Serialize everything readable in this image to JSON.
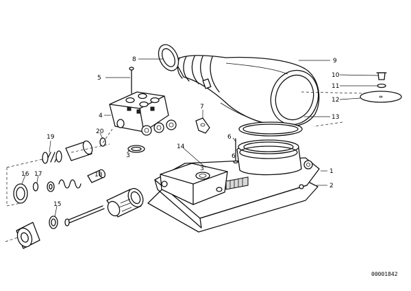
{
  "callouts": [
    {
      "id": "c1",
      "text": "1"
    },
    {
      "id": "c2",
      "text": "2"
    },
    {
      "id": "c3",
      "text": "3"
    },
    {
      "id": "c4",
      "text": "4"
    },
    {
      "id": "c5",
      "text": "5"
    },
    {
      "id": "c6",
      "text": "6"
    },
    {
      "id": "c7",
      "text": "7"
    },
    {
      "id": "c8",
      "text": "8"
    },
    {
      "id": "c9",
      "text": "9"
    },
    {
      "id": "c10",
      "text": "10"
    },
    {
      "id": "c11",
      "text": "11"
    },
    {
      "id": "c12",
      "text": "12"
    },
    {
      "id": "c13",
      "text": "13"
    },
    {
      "id": "c14",
      "text": "14"
    },
    {
      "id": "c15",
      "text": "15"
    },
    {
      "id": "c16",
      "text": "16"
    },
    {
      "id": "c17",
      "text": "17"
    },
    {
      "id": "c18",
      "text": "18"
    },
    {
      "id": "c19",
      "text": "19"
    },
    {
      "id": "c20",
      "text": "20"
    },
    {
      "id": "c21",
      "text": "6"
    },
    {
      "id": "c22",
      "text": "3"
    }
  ],
  "diagram_code": "00001842"
}
